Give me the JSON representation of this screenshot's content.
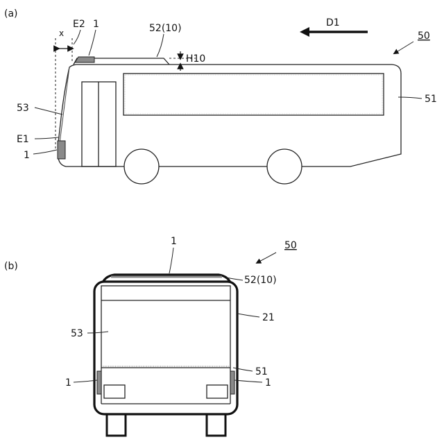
{
  "panels": {
    "a": {
      "label": "(a)",
      "labels": {
        "x": "x",
        "e2": "E2",
        "one_top": "1",
        "ref52": "52(10)",
        "h10": "H10",
        "d1": "D1",
        "ref50": "50",
        "ref53": "53",
        "ref51": "51",
        "e1": "E1",
        "one_front": "1"
      }
    },
    "b": {
      "label": "(b)",
      "labels": {
        "one_top": "1",
        "ref50": "50",
        "ref52": "52(10)",
        "ref21": "21",
        "ref53": "53",
        "ref51": "51",
        "one_left": "1",
        "one_right": "1"
      }
    }
  },
  "colors": {
    "line": "#222222",
    "sensor_fill": "#8a8a8a",
    "background": "#ffffff"
  }
}
